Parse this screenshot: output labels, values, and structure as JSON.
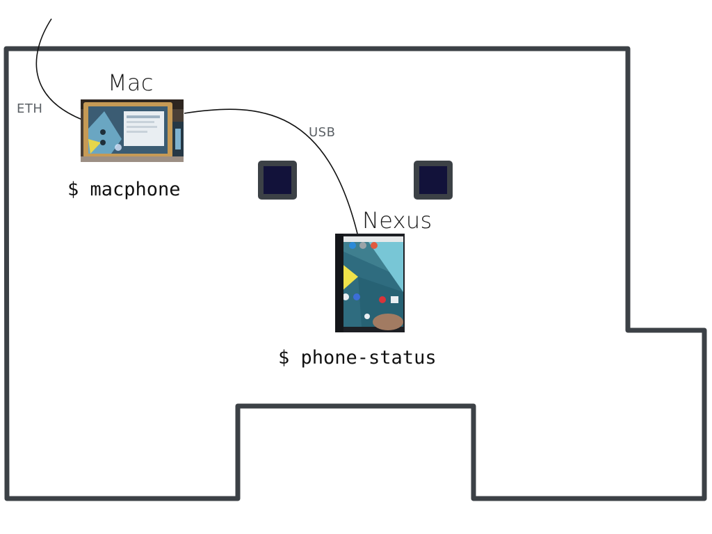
{
  "devices": {
    "mac": {
      "title": "Mac",
      "command": "$ macphone"
    },
    "nexus": {
      "title": "Nexus",
      "command": "$ phone-status"
    }
  },
  "connections": {
    "ethernet": "ETH",
    "usb": "USB"
  },
  "colors": {
    "wall": "#3c4146",
    "pillar_fill": "#12123a",
    "cable": "#111111",
    "label_gray": "#5b6065"
  },
  "icons": [
    "laptop-photo-icon",
    "phone-photo-icon"
  ]
}
